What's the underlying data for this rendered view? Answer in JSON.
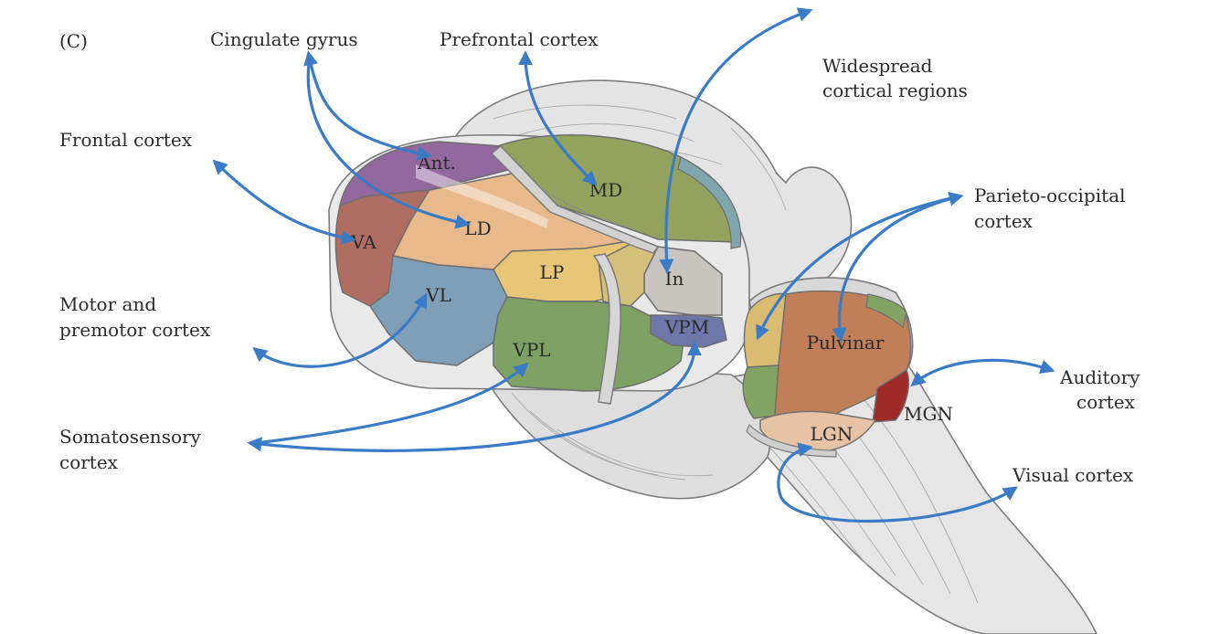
{
  "panel_label": "(C)",
  "labels": {
    "cingulate_gyrus": "Cingulate gyrus",
    "prefrontal_cortex": "Prefrontal cortex",
    "widespread_1": "Widespread",
    "widespread_2": "cortical regions",
    "frontal_cortex": "Frontal cortex",
    "parieto_1": "Parieto-occipital",
    "parieto_2": "cortex",
    "motor_1": "Motor and",
    "motor_2": "premotor cortex",
    "auditory_1": "Auditory",
    "auditory_2": "cortex",
    "somato_1": "Somatosensory",
    "somato_2": "cortex",
    "visual_cortex": "Visual cortex"
  },
  "nuclei": {
    "ant": "Ant.",
    "md": "MD",
    "va": "VA",
    "ld": "LD",
    "lp": "LP",
    "vl": "VL",
    "in": "In",
    "vpm": "VPM",
    "vpl": "VPL",
    "pulvinar": "Pulvinar",
    "mgn": "MGN",
    "lgn": "LGN"
  },
  "colors": {
    "arrow": "#3a7bc8",
    "anterior": "#93689e",
    "md": "#93a25c",
    "va": "#b06e62",
    "ld": "#e8b98b",
    "lp": "#e7c678",
    "vl": "#7f9fb8",
    "vpl": "#7ea263",
    "in_region": "#c8c4bf",
    "vpm": "#6e78a8",
    "pulvinar": "#c07f59",
    "mgn": "#a02a2a",
    "lgn": "#e7c3a6",
    "posterior_green": "#83a365",
    "posterior_yellow": "#d9bb72"
  }
}
